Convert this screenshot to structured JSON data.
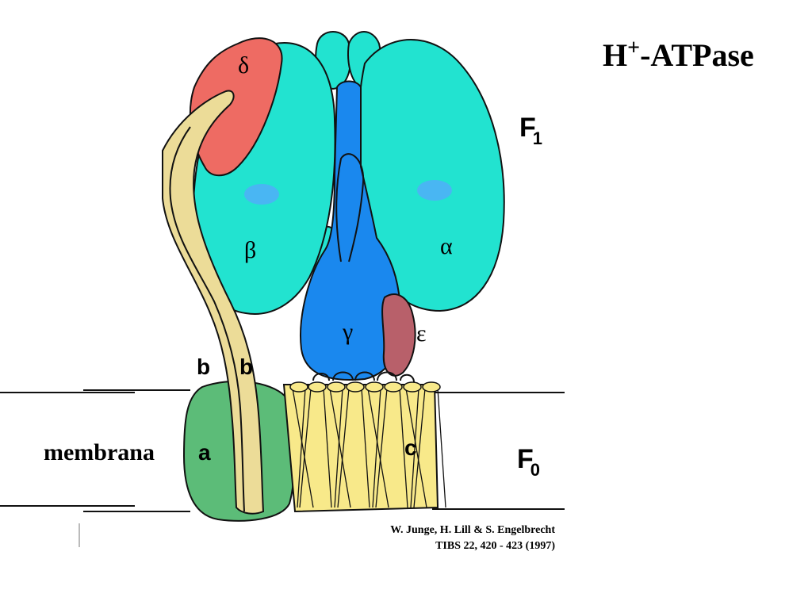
{
  "title": {
    "base": "H",
    "sup": "+",
    "rest": "-ATPase"
  },
  "subunits": {
    "delta": "δ",
    "beta": "β",
    "alpha": "α",
    "gamma": "γ",
    "epsilon": "ε",
    "b_left": "b",
    "b_right": "b",
    "a": "a",
    "c": "c"
  },
  "sectors": {
    "f1": {
      "main": "F",
      "sub": "1"
    },
    "f0": {
      "main": "F",
      "sub": "0"
    }
  },
  "membrane_label": "membrana",
  "citation": {
    "line1": "W. Junge, H. Lill & S. Engelbrecht",
    "line2": "TIBS 22, 420 - 423 (1997)"
  },
  "colors": {
    "alpha_beta": "#22e3d0",
    "gamma": "#1a88ee",
    "delta": "#ee6b63",
    "epsilon": "#b8606a",
    "stalk_b": "#ecdc98",
    "subunit_a": "#5cbc78",
    "ring_c": "#f8e98a",
    "site_spot": "#49b6f3"
  }
}
